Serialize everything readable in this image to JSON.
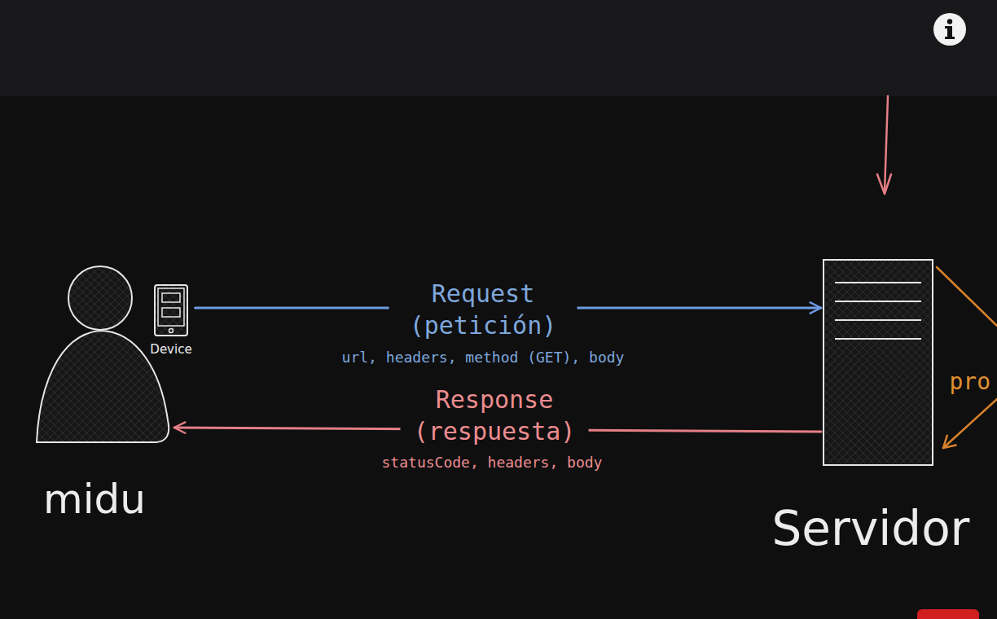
{
  "diagram": {
    "nodes": [
      {
        "text": [
          "midu"
        ]
      },
      {
        "text": [
          "Device"
        ]
      },
      {
        "text": [
          "Servidor"
        ]
      }
    ],
    "edges": [
      {
        "from": 1,
        "to": 2,
        "arrow": "to",
        "label": "Request (petición)"
      },
      {
        "from": 2,
        "to": 0,
        "arrow": "to",
        "label": "Response (respuesta)"
      }
    ],
    "labels": [
      "url, headers, method (GET), body",
      "statusCode, headers, body",
      "pro"
    ]
  }
}
